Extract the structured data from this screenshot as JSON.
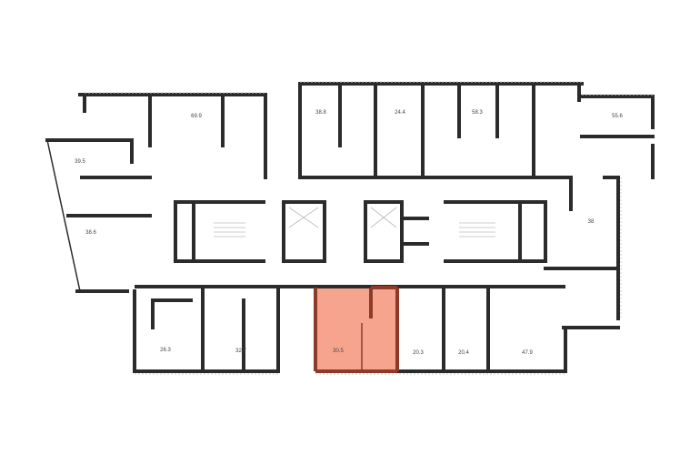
{
  "plan": {
    "highlight_color": "#f7a48e",
    "highlight_wall_color": "#8c3b2b",
    "units": [
      {
        "id": "u69",
        "area": "69.9"
      },
      {
        "id": "u38_8",
        "area": "38.8"
      },
      {
        "id": "u24",
        "area": "24.4"
      },
      {
        "id": "u58",
        "area": "58.3"
      },
      {
        "id": "u55",
        "area": "55.6"
      },
      {
        "id": "u39",
        "area": "39.5"
      },
      {
        "id": "u38_6",
        "area": "38.6"
      },
      {
        "id": "u38",
        "area": "38"
      },
      {
        "id": "u26",
        "area": "26.3"
      },
      {
        "id": "u32",
        "area": "32.7"
      },
      {
        "id": "u30",
        "area": "30.5",
        "selected": true
      },
      {
        "id": "u20_3",
        "area": "20.3"
      },
      {
        "id": "u20_4",
        "area": "20.4"
      },
      {
        "id": "u47",
        "area": "47.9"
      }
    ]
  }
}
